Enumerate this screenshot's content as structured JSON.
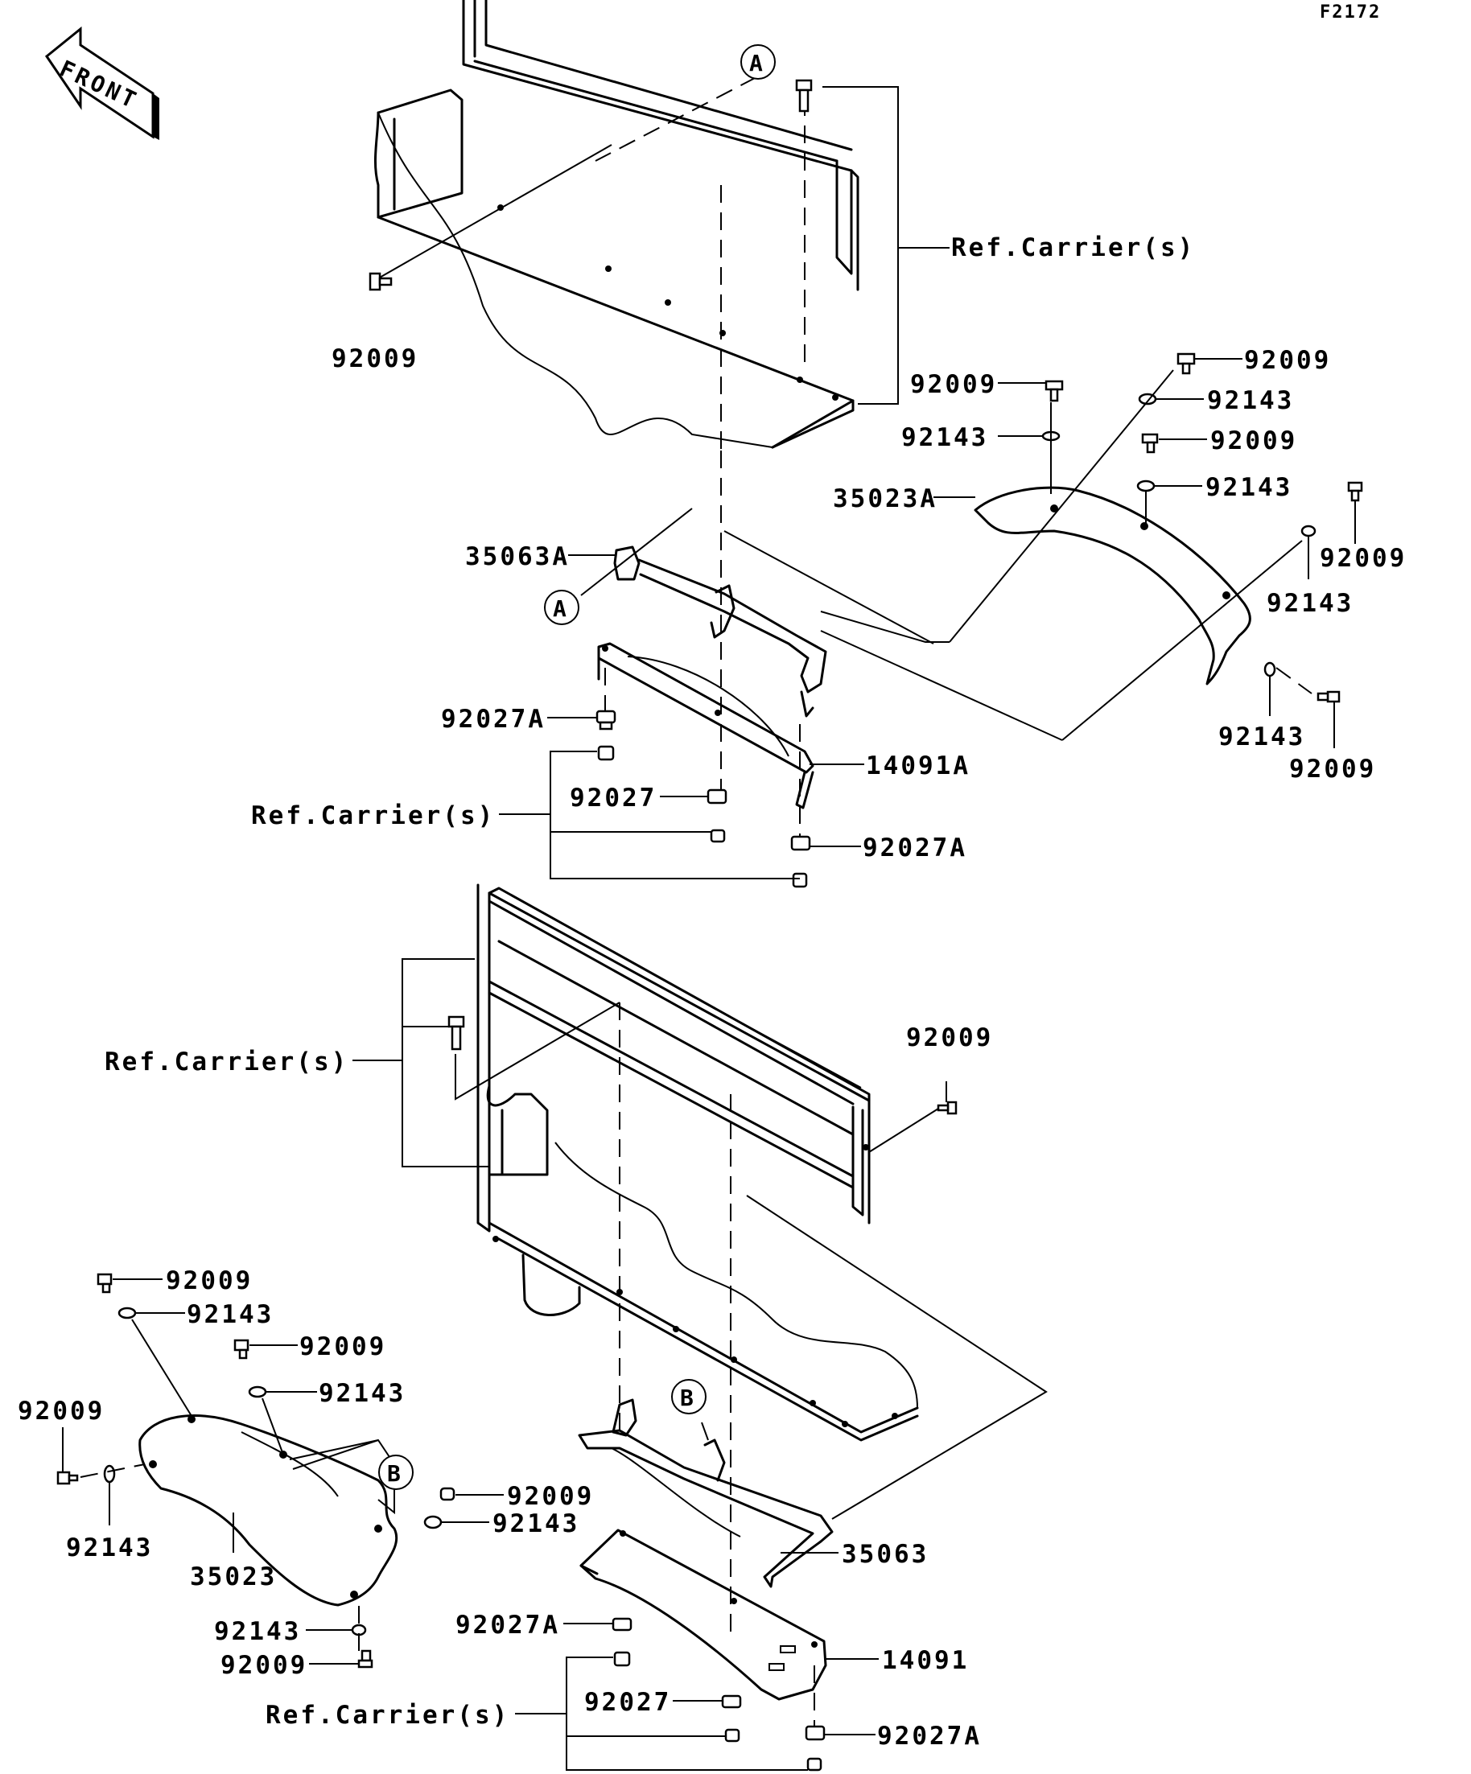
{
  "diagram_code": "F2172",
  "front_indicator": "FRONT",
  "labels": {
    "ref_carrier_1": "Ref.Carrier(s)",
    "ref_carrier_2": "Ref.Carrier(s)",
    "ref_carrier_3": "Ref.Carrier(s)",
    "ref_carrier_4": "Ref.Carrier(s)",
    "p92009_a": "92009",
    "p92009_b": "92009",
    "p92009_c": "92009",
    "p92009_d": "92009",
    "p92009_e": "92009",
    "p92009_f": "92009",
    "p92009_g": "92009",
    "p92009_h": "92009",
    "p92009_i": "92009",
    "p92009_j": "92009",
    "p92009_k": "92009",
    "p92009_l": "92009",
    "p92143_a": "92143",
    "p92143_b": "92143",
    "p92143_c": "92143",
    "p92143_d": "92143",
    "p92143_e": "92143",
    "p92143_f": "92143",
    "p92143_g": "92143",
    "p92143_h": "92143",
    "p92143_i": "92143",
    "p92143_j": "92143",
    "p35023A": "35023A",
    "p35063A": "35063A",
    "p92027A_a": "92027A",
    "p92027A_b": "92027A",
    "p92027A_c": "92027A",
    "p92027A_d": "92027A",
    "p14091A": "14091A",
    "p92027_a": "92027",
    "p92027_b": "92027",
    "p35023": "35023",
    "p35063": "35063",
    "p14091": "14091"
  },
  "callouts": {
    "A1": "A",
    "A2": "A",
    "B1": "B",
    "B2": "B"
  }
}
